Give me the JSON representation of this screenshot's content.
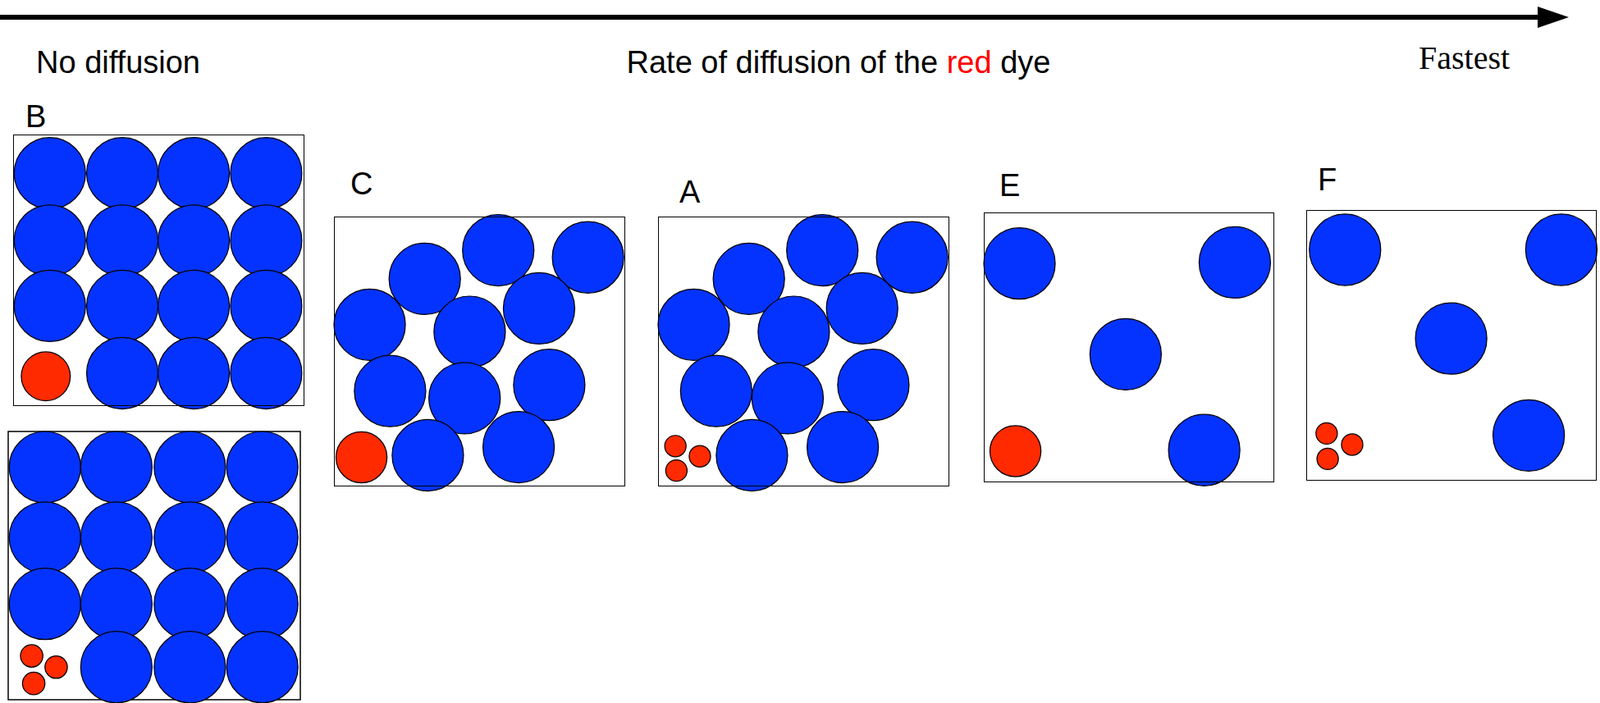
{
  "diagram": {
    "nodes": [
      {
        "text": [
          "B"
        ]
      },
      {
        "text": [
          "C"
        ]
      },
      {
        "text": [
          "A"
        ]
      },
      {
        "text": [
          "E"
        ]
      },
      {
        "text": [
          "F"
        ]
      }
    ],
    "labels": [
      "No diffusion",
      "Rate of diffusion of the",
      "red",
      "dye",
      "Fastest"
    ]
  }
}
